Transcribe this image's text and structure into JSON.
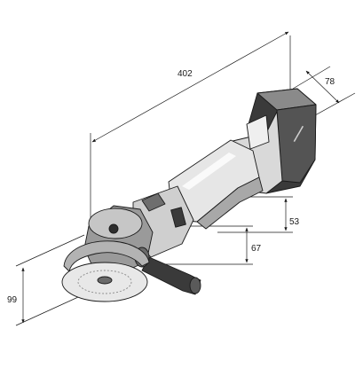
{
  "dimensions": {
    "overall_length": "402",
    "battery_width": "78",
    "handle_height": "53",
    "head_height": "67",
    "disc_height": "99"
  },
  "colors": {
    "line": "#1a1a1a",
    "body_light": "#e6e6e6",
    "body_mid": "#bdbdbd",
    "body_dark": "#3a3a3a",
    "accent": "#8a8a8a"
  }
}
